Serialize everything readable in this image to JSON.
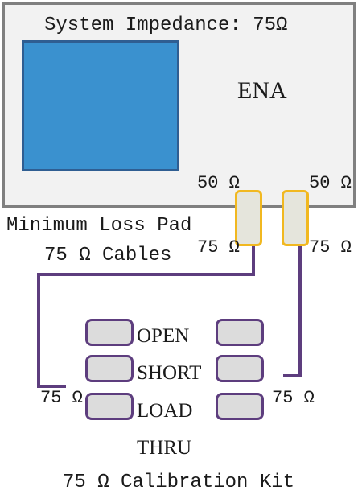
{
  "ena": {
    "impedance_label": "System Impedance: 75Ω",
    "name": "ENA",
    "port1_impedance": "50 Ω",
    "port2_impedance": "50 Ω"
  },
  "pads": {
    "title": "Minimum Loss Pad",
    "cables_label": "75 Ω Cables",
    "pad1_out_impedance": "75 Ω",
    "pad2_out_impedance": "75 Ω"
  },
  "cal_kit": {
    "left_port_impedance": "75 Ω",
    "right_port_impedance": "75 Ω",
    "standards": [
      "OPEN",
      "SHORT",
      "LOAD"
    ],
    "thru_label": "THRU",
    "title": "75 Ω Calibration Kit"
  },
  "colors": {
    "instrument_border": "#808080",
    "instrument_fill": "#f2f2f2",
    "screen_fill": "#3a91cf",
    "screen_border": "#2f5e92",
    "pad_border": "#f1b820",
    "pad_fill": "#e5e5dc",
    "cable": "#5d3d7e",
    "standard_fill": "#dcdcdc"
  }
}
